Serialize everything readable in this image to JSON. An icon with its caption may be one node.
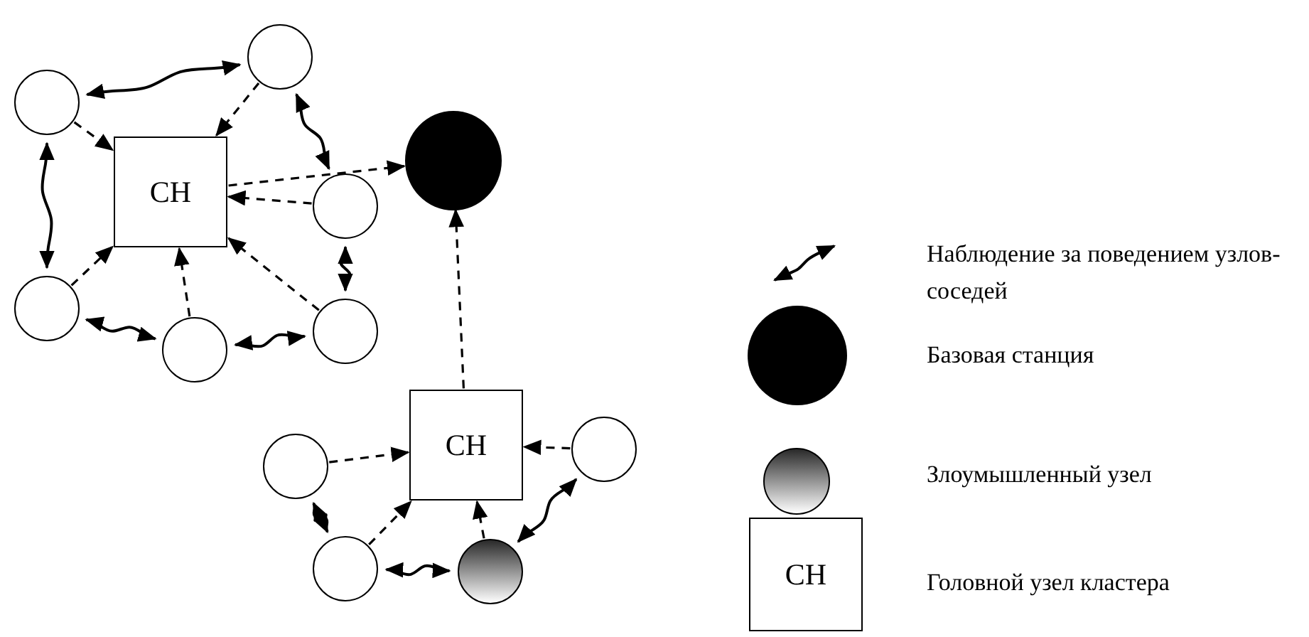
{
  "diagram": {
    "nodes": [
      {
        "text": [
          "CH"
        ]
      },
      {
        "text": [],
        "shape": "circle"
      },
      {
        "text": [],
        "shape": "circle"
      },
      {
        "text": [],
        "shape": "circle"
      },
      {
        "text": [],
        "shape": "circle"
      },
      {
        "text": [],
        "shape": "circle"
      },
      {
        "text": [],
        "shape": "circle"
      },
      {
        "text": [],
        "shape": "circle"
      },
      {
        "text": [
          "CH"
        ]
      },
      {
        "text": [],
        "shape": "circle"
      },
      {
        "text": [],
        "shape": "circle"
      },
      {
        "text": [],
        "shape": "circle"
      },
      {
        "text": [],
        "shape": "circle"
      }
    ],
    "edges": [
      {
        "from": 1,
        "to": 0,
        "arrow": "to",
        "style": "dashed"
      },
      {
        "from": 2,
        "to": 0,
        "arrow": "to",
        "style": "dashed"
      },
      {
        "from": 3,
        "to": 0,
        "arrow": "to",
        "style": "dashed"
      },
      {
        "from": 4,
        "to": 0,
        "arrow": "to",
        "style": "dashed"
      },
      {
        "from": 5,
        "to": 0,
        "arrow": "to",
        "style": "dashed"
      },
      {
        "from": 6,
        "to": 0,
        "arrow": "to",
        "style": "dashed"
      },
      {
        "from": 0,
        "to": 7,
        "arrow": "to",
        "style": "dashed"
      },
      {
        "from": 8,
        "to": 7,
        "arrow": "to",
        "style": "dashed"
      },
      {
        "from": 9,
        "to": 8,
        "arrow": "to",
        "style": "dashed"
      },
      {
        "from": 10,
        "to": 8,
        "arrow": "to",
        "style": "dashed"
      },
      {
        "from": 11,
        "to": 8,
        "arrow": "to",
        "style": "dashed"
      },
      {
        "from": 12,
        "to": 8,
        "arrow": "to",
        "style": "dashed"
      },
      {
        "from": 1,
        "to": 2,
        "arrow": "both"
      },
      {
        "from": 2,
        "to": 3,
        "arrow": "both"
      },
      {
        "from": 1,
        "to": 6,
        "arrow": "both"
      },
      {
        "from": 3,
        "to": 4,
        "arrow": "both"
      },
      {
        "from": 6,
        "to": 5,
        "arrow": "both"
      },
      {
        "from": 5,
        "to": 4,
        "arrow": "both"
      },
      {
        "from": 9,
        "to": 11,
        "arrow": "both"
      },
      {
        "from": 11,
        "to": 12,
        "arrow": "both"
      },
      {
        "from": 12,
        "to": 10,
        "arrow": "both"
      }
    ],
    "labels": [
      "CH"
    ],
    "legend": [
      {
        "text": "Наблюдение за поведением узлов-соседей"
      },
      {
        "text": "Базовая станция"
      },
      {
        "text": "Злоумышленный узел"
      },
      {
        "text": "Головной узел кластера"
      }
    ]
  }
}
